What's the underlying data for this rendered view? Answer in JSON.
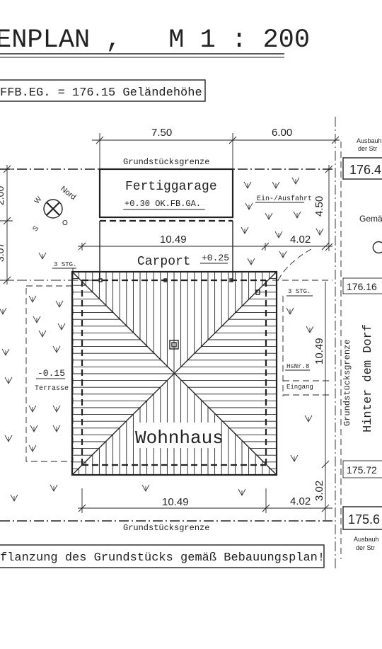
{
  "title": "ENPLAN ,   M 1 : 200",
  "elevation_reference": "FFB.EG. = 176.15 Geländehöhe",
  "dims": {
    "top_left": "7.50",
    "top_right": "6.00",
    "left_upper": "2.00",
    "left_lower": "3.07",
    "right_upper": "4.50",
    "carport_width": "10.49",
    "carport_side": "4.02",
    "house_side": "10.49",
    "bottom_width": "10.49",
    "bottom_side": "4.02",
    "bottom_right": "3.02"
  },
  "labels": {
    "boundary_top": "Grundstücksgrenze",
    "boundary_bottom": "Grundstücksgrenze",
    "boundary_right": "Grundstücksgrenze",
    "garage": "Fertiggarage",
    "garage_level": "+0.30 OK.FB.GA.",
    "carport": "Carport",
    "carport_level": "+0.25",
    "drive": "Ein-/Ausfahrt",
    "house": "Wohnhaus",
    "terrace_level": "-0.15",
    "terrace": "Terrasse",
    "steps_left": "3 STG.",
    "steps_right": "3 STG.",
    "house_number": "HsNr.8",
    "entrance": "Eingang",
    "street": "Hinter dem Dorf",
    "north": "Nord",
    "compass_w": "W",
    "compass_o": "O",
    "compass_s": "S",
    "road_top": "Ausbauh",
    "road_top2": "der Str",
    "road_bottom": "Ausbauh",
    "road_bottom2": "der Str",
    "gemark": "Gemä",
    "planting_note": "flanzung des Grundstücks gemäß Bebauungsplan!"
  },
  "levels": {
    "l1": "176.4",
    "l2": "176.16",
    "l3": "175.72",
    "l4": "175.6"
  }
}
